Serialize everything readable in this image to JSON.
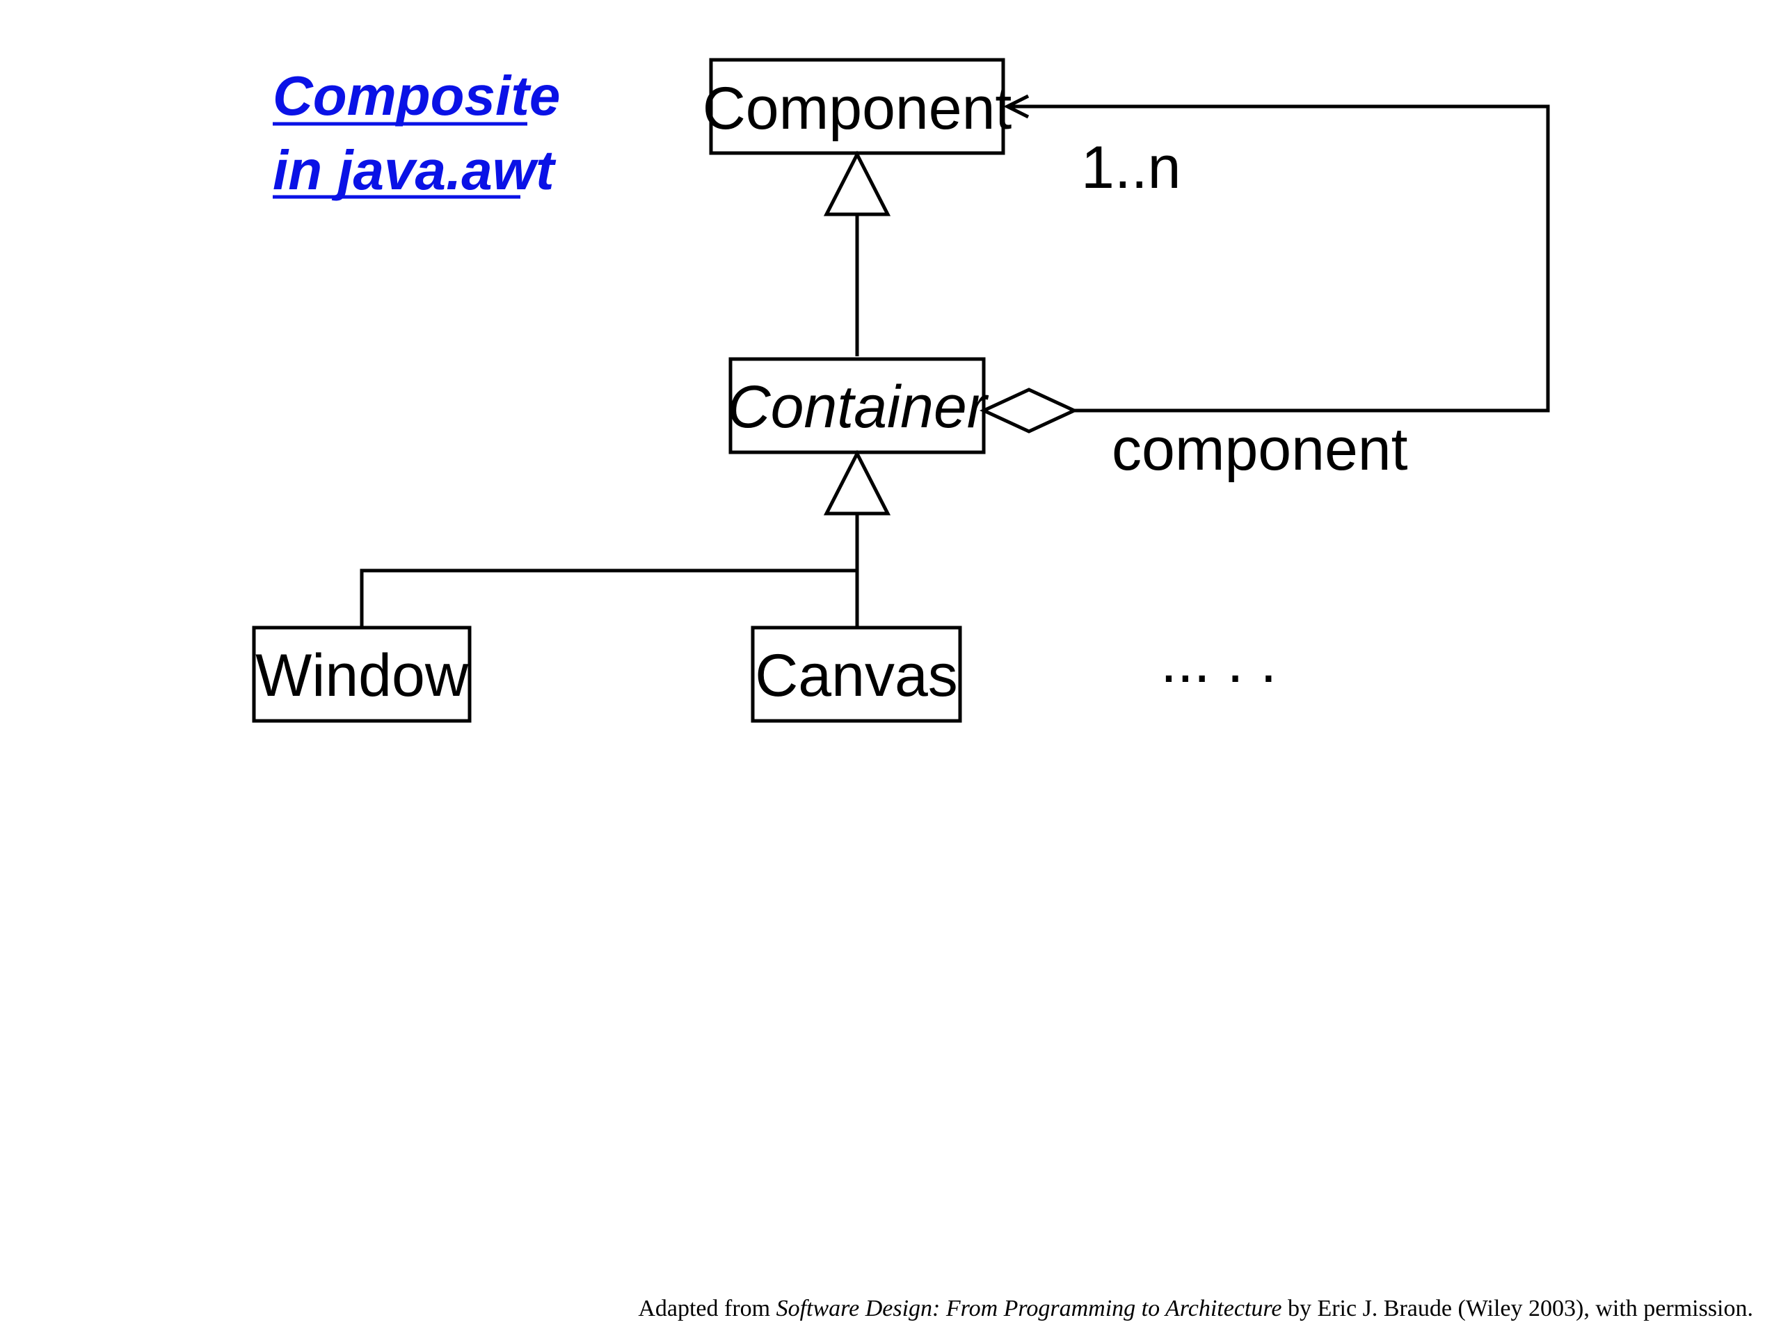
{
  "title": {
    "line1": "Composite",
    "line2": "in java.awt",
    "color": "#0a12e6"
  },
  "classes": {
    "component": "Component",
    "container": "Container",
    "window": "Window",
    "canvas": "Canvas",
    "more": "... . ."
  },
  "association": {
    "multiplicity": "1..n",
    "role": "component"
  },
  "caption": {
    "prefix": "Adapted from ",
    "book": "Software Design: From Programming to Architecture",
    "suffix": " by Eric J. Braude (Wiley 2003), with permission."
  }
}
